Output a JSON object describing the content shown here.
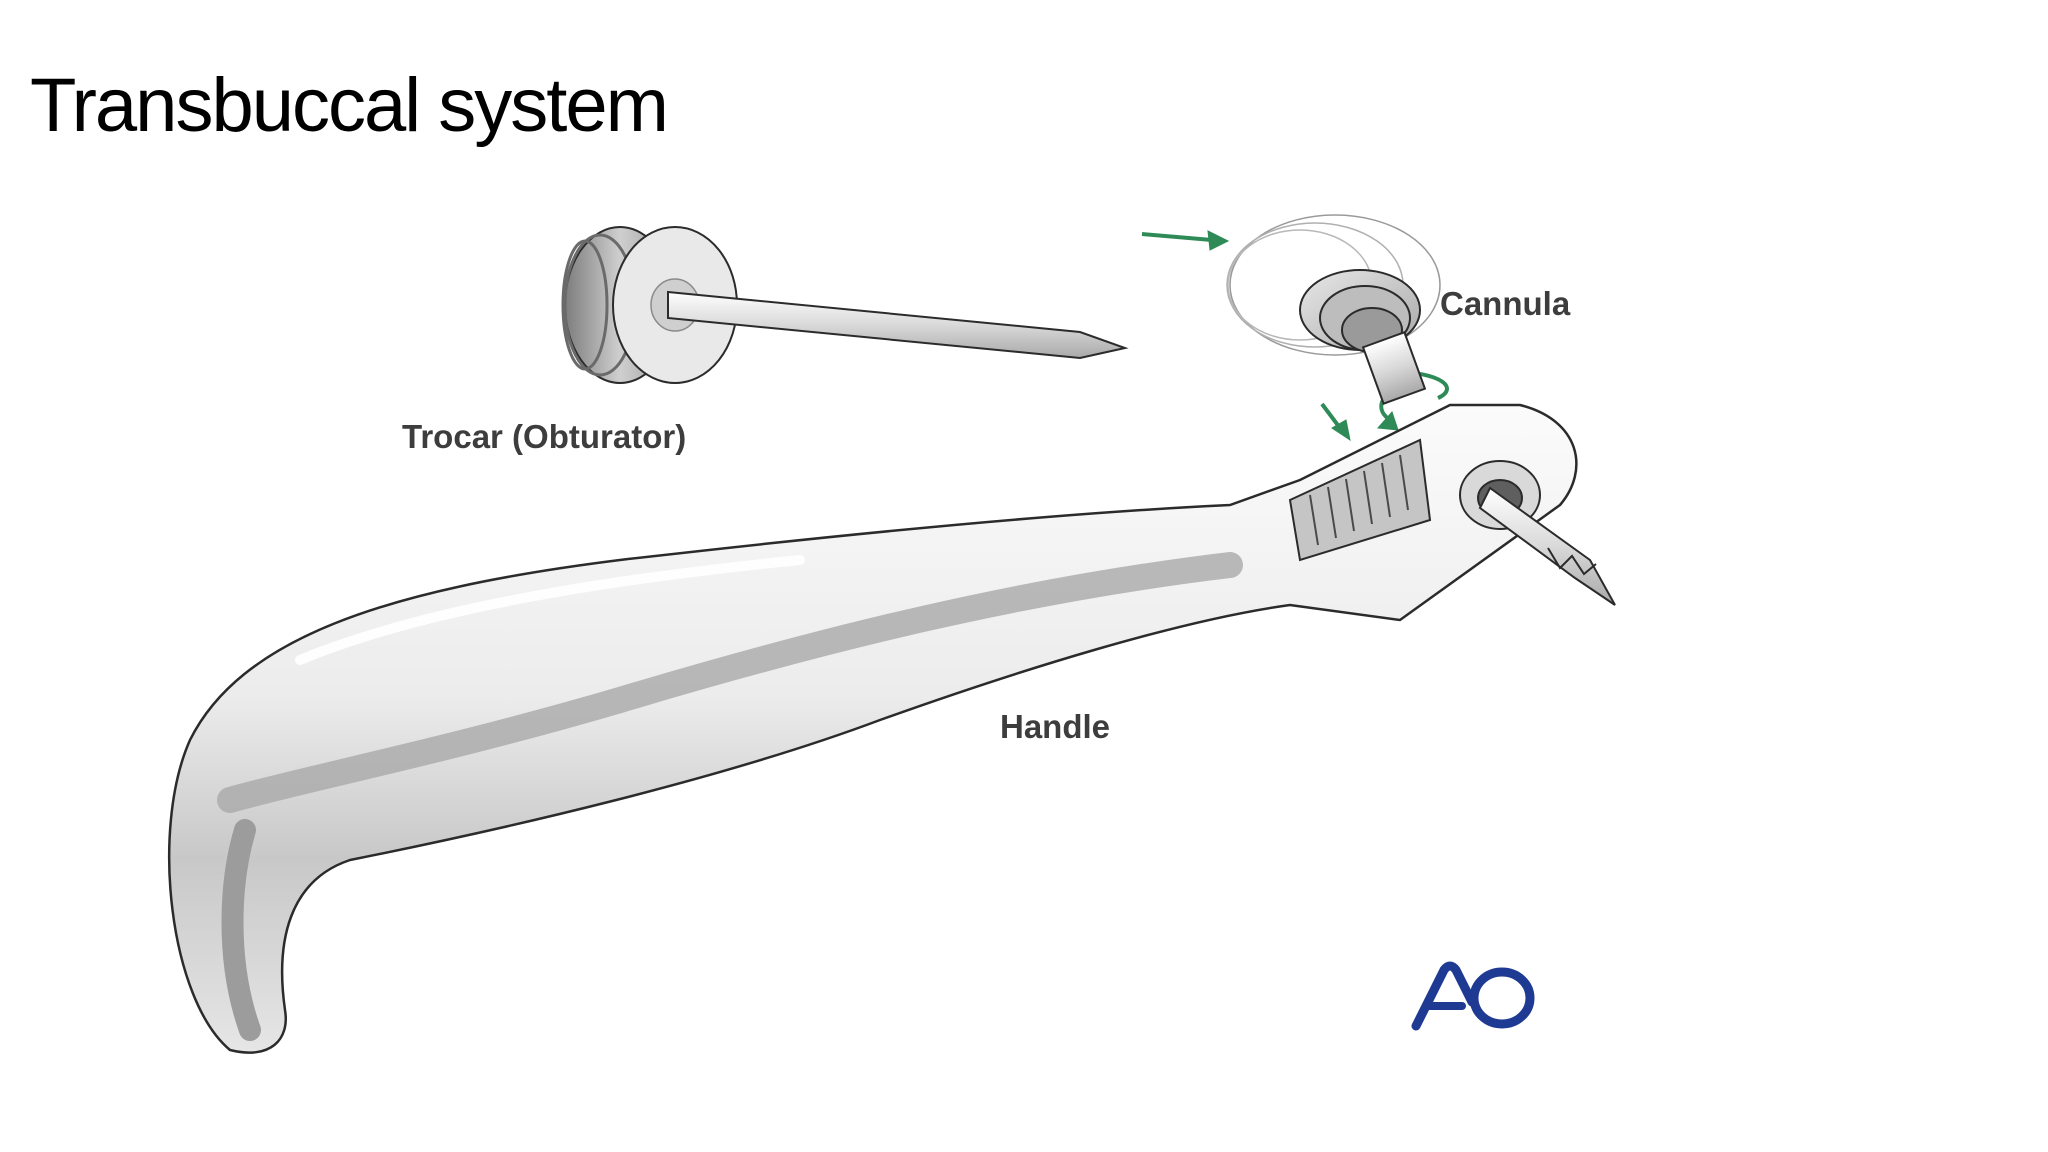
{
  "slide": {
    "title": "Transbuccal system"
  },
  "diagram": {
    "labels": {
      "trocar": "Trocar (Obturator)",
      "cannula": "Cannula",
      "handle": "Handle"
    },
    "logo": {
      "text": "AO",
      "color": "#1f3a93"
    },
    "colors": {
      "metal_light": "#f2f2f2",
      "metal_mid": "#c9c9c9",
      "metal_dark": "#8f8f8f",
      "outline": "#2b2b2b",
      "arrow": "#2e8b57"
    }
  }
}
